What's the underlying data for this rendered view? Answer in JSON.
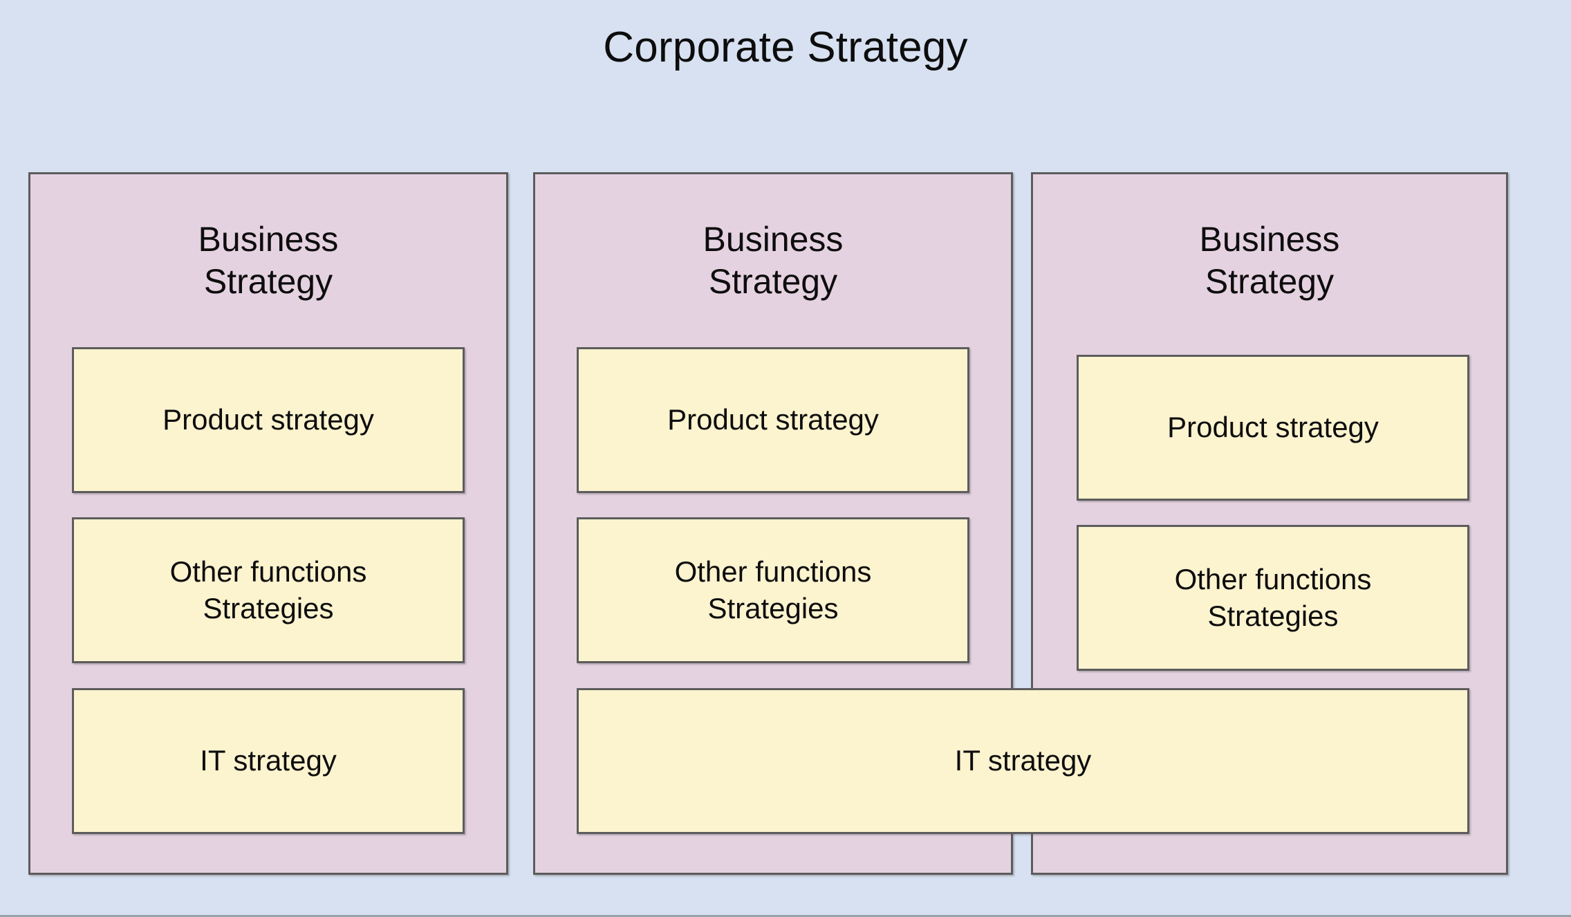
{
  "diagram": {
    "title": "Corporate Strategy",
    "type": "nested-block-diagram",
    "background_color": "#d7e1f1",
    "panel_fill_color": "#e5d2e1",
    "box_fill_color": "#fcf3cf",
    "border_color": "#5c5c5c",
    "text_color": "#0d0d0d"
  },
  "panels": [
    {
      "heading": "Business\nStrategy",
      "boxes": [
        {
          "label": "Product strategy"
        },
        {
          "label": "Other functions\nStrategies"
        },
        {
          "label": "IT strategy"
        }
      ]
    },
    {
      "heading": "Business\nStrategy",
      "boxes": [
        {
          "label": "Product strategy"
        },
        {
          "label": "Other functions\nStrategies"
        }
      ]
    },
    {
      "heading": "Business\nStrategy",
      "boxes": [
        {
          "label": "Product strategy"
        },
        {
          "label": "Other functions\nStrategies"
        }
      ]
    }
  ],
  "shared_boxes": [
    {
      "label": "IT strategy",
      "spans_panels": "2-3"
    }
  ]
}
